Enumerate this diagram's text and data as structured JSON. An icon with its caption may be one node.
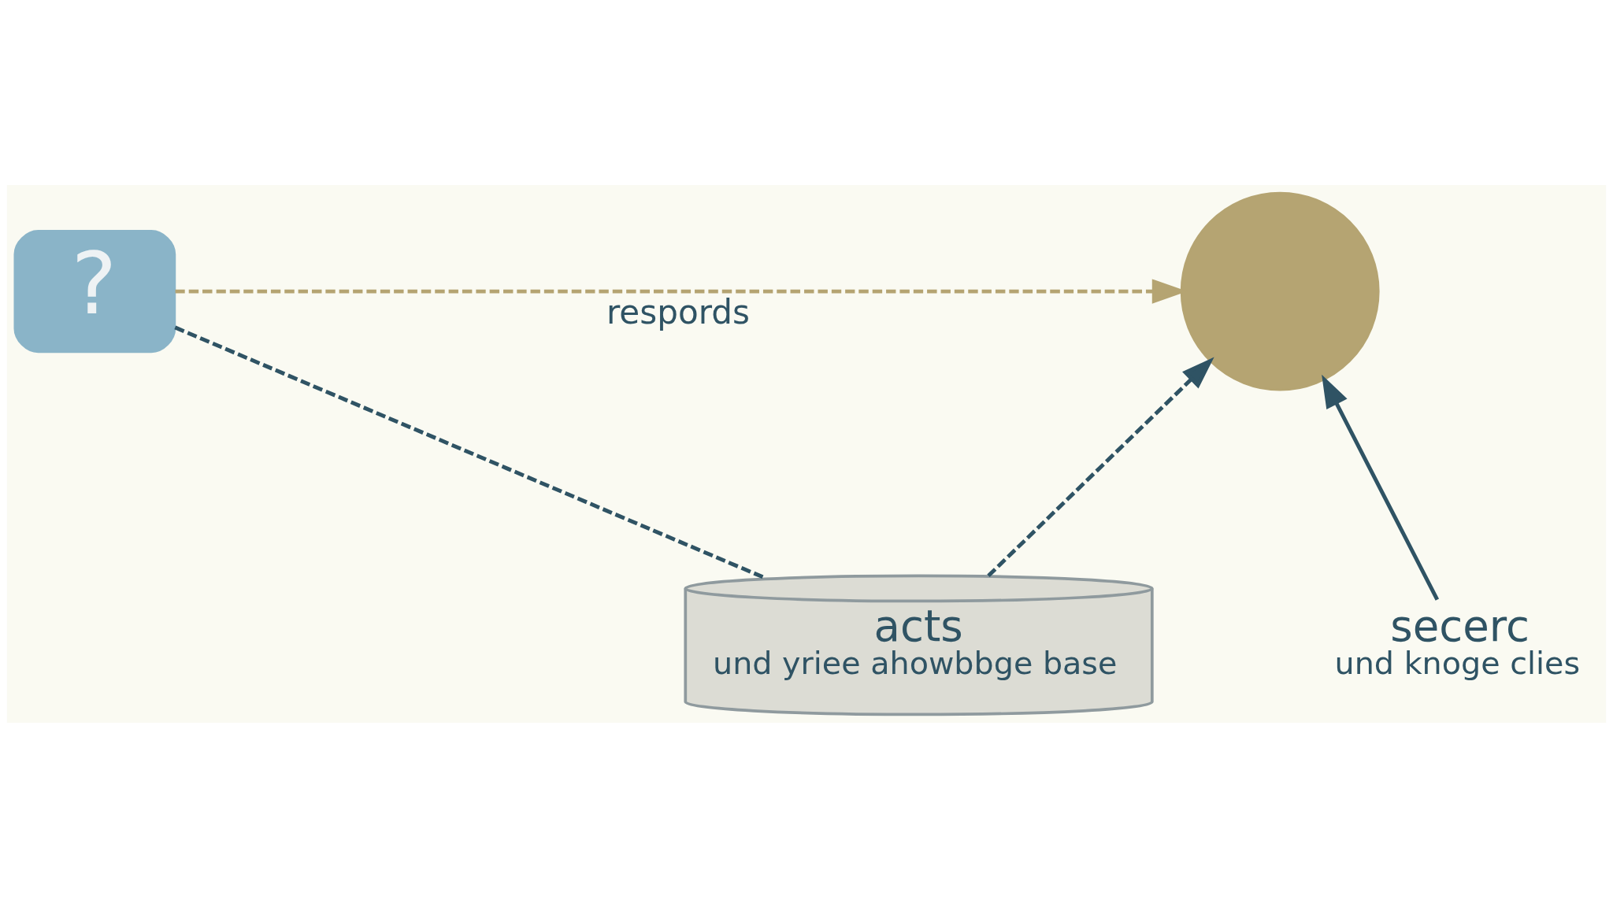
{
  "diagram": {
    "nodes": [
      {
        "text": [
          "?"
        ]
      },
      {
        "text": [],
        "shape": "circle"
      },
      {
        "text": [
          "acts",
          "und yriee ahowbbge base"
        ]
      },
      {
        "text": [
          "secerc",
          "und knoge clies"
        ]
      }
    ],
    "edges": [
      {
        "from": 0,
        "to": 1,
        "arrow": "to",
        "label": "respords",
        "style": "dashed",
        "color": "#b5a472"
      },
      {
        "from": 0,
        "to": 2,
        "arrow": "none",
        "style": "dashed"
      },
      {
        "from": 2,
        "to": 1,
        "arrow": "to",
        "style": "dashed"
      },
      {
        "from": 3,
        "to": 1,
        "arrow": "to"
      }
    ]
  }
}
